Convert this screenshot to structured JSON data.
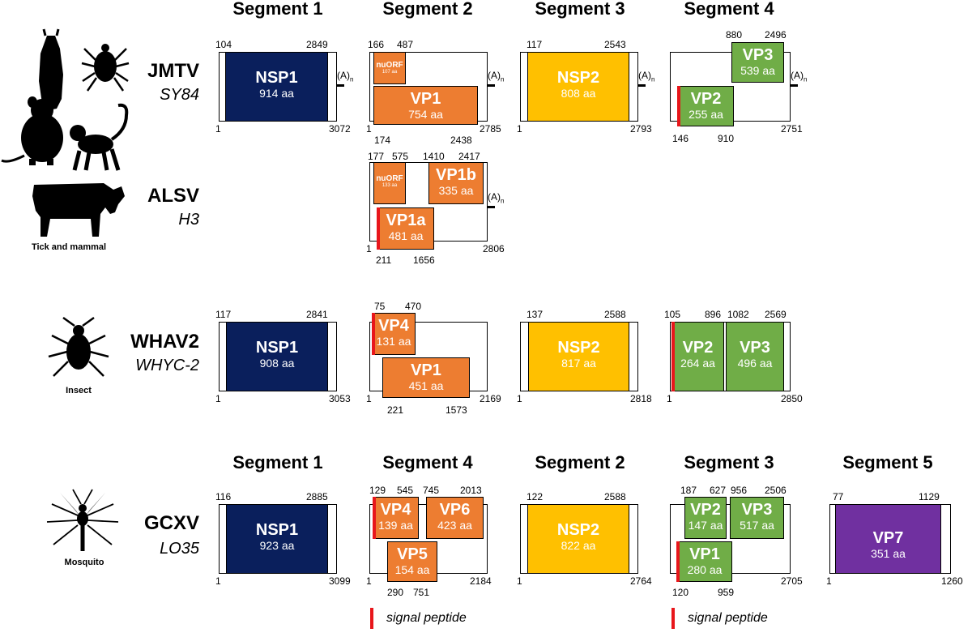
{
  "headers": {
    "top": [
      "Segment 1",
      "Segment 2",
      "Segment 3",
      "Segment 4"
    ],
    "bottom": [
      "Segment 1",
      "Segment 4",
      "Segment 2",
      "Segment 3",
      "Segment 5"
    ]
  },
  "hosts": {
    "tick_mammal": "Tick and mammal",
    "insect": "Insect",
    "mosquito": "Mosquito"
  },
  "polya": {
    "label": "(A)",
    "sub": "n"
  },
  "viruses": {
    "jmtv": {
      "name": "JMTV",
      "strain": "SY84",
      "seg1": {
        "start": "104",
        "end": "2849",
        "left": "1",
        "right": "3072",
        "orf": {
          "name": "NSP1",
          "aa": "914 aa"
        }
      },
      "seg2": {
        "n1": "166",
        "n2": "487",
        "left": "1",
        "right": "2785",
        "b1": "174",
        "b2": "2438",
        "nuorf": {
          "name": "nuORF",
          "aa": "107 aa"
        },
        "vp1": {
          "name": "VP1",
          "aa": "754 aa"
        }
      },
      "seg3": {
        "start": "117",
        "end": "2543",
        "left": "1",
        "right": "2793",
        "orf": {
          "name": "NSP2",
          "aa": "808 aa"
        }
      },
      "seg4": {
        "t1": "880",
        "t2": "2496",
        "left": "146",
        "mid": "910",
        "right": "2751",
        "vp3": {
          "name": "VP3",
          "aa": "539 aa"
        },
        "vp2": {
          "name": "VP2",
          "aa": "255 aa"
        }
      }
    },
    "alsv": {
      "name": "ALSV",
      "strain": "H3",
      "seg2": {
        "n1": "177",
        "n2": "575",
        "n3": "1410",
        "n4": "2417",
        "left": "1",
        "b1": "211",
        "b2": "1656",
        "right": "2806",
        "nuorf": {
          "name": "nuORF",
          "aa": "133 aa"
        },
        "vp1b": {
          "name": "VP1b",
          "aa": "335 aa"
        },
        "vp1a": {
          "name": "VP1a",
          "aa": "481 aa"
        }
      }
    },
    "whav2": {
      "name": "WHAV2",
      "strain": "WHYC-2",
      "seg1": {
        "start": "117",
        "end": "2841",
        "left": "1",
        "right": "3053",
        "orf": {
          "name": "NSP1",
          "aa": "908 aa"
        }
      },
      "seg2": {
        "n1": "75",
        "n2": "470",
        "left": "1",
        "b1": "221",
        "b2": "1573",
        "right": "2169",
        "vp4": {
          "name": "VP4",
          "aa": "131 aa"
        },
        "vp1": {
          "name": "VP1",
          "aa": "451 aa"
        }
      },
      "seg3": {
        "start": "137",
        "end": "2588",
        "left": "1",
        "right": "2818",
        "orf": {
          "name": "NSP2",
          "aa": "817 aa"
        }
      },
      "seg4": {
        "n1": "105",
        "n2": "896",
        "n3": "1082",
        "n4": "2569",
        "left": "1",
        "right": "2850",
        "vp2": {
          "name": "VP2",
          "aa": "264 aa"
        },
        "vp3": {
          "name": "VP3",
          "aa": "496 aa"
        }
      }
    },
    "gcxv": {
      "name": "GCXV",
      "strain": "LO35",
      "seg1": {
        "start": "116",
        "end": "2885",
        "left": "1",
        "right": "3099",
        "orf": {
          "name": "NSP1",
          "aa": "923 aa"
        }
      },
      "seg4": {
        "n1": "129",
        "n2": "545",
        "n3": "745",
        "n4": "2013",
        "left": "1",
        "b1": "290",
        "b2": "751",
        "right": "2184",
        "vp4": {
          "name": "VP4",
          "aa": "139 aa"
        },
        "vp6": {
          "name": "VP6",
          "aa": "423 aa"
        },
        "vp5": {
          "name": "VP5",
          "aa": "154 aa"
        }
      },
      "seg2": {
        "start": "122",
        "end": "2588",
        "left": "1",
        "right": "2764",
        "orf": {
          "name": "NSP2",
          "aa": "822 aa"
        }
      },
      "seg3": {
        "n1": "187",
        "n2": "627",
        "n3": "956",
        "n4": "2506",
        "b1": "120",
        "b2": "959",
        "right": "2705",
        "vp2": {
          "name": "VP2",
          "aa": "147 aa"
        },
        "vp3": {
          "name": "VP3",
          "aa": "517 aa"
        },
        "vp1": {
          "name": "VP1",
          "aa": "280 aa"
        }
      },
      "seg5": {
        "start": "77",
        "end": "1129",
        "left": "1",
        "right": "1260",
        "orf": {
          "name": "VP7",
          "aa": "351 aa"
        }
      }
    }
  },
  "legend": {
    "signal": "signal peptide"
  },
  "colors": {
    "nsp1": "#0a1f5c",
    "nsp2": "#ffc000",
    "vp_orange": "#ed7d31",
    "vp_green": "#70ad47",
    "vp_purple": "#7030a0",
    "signal": "#e8161b"
  }
}
